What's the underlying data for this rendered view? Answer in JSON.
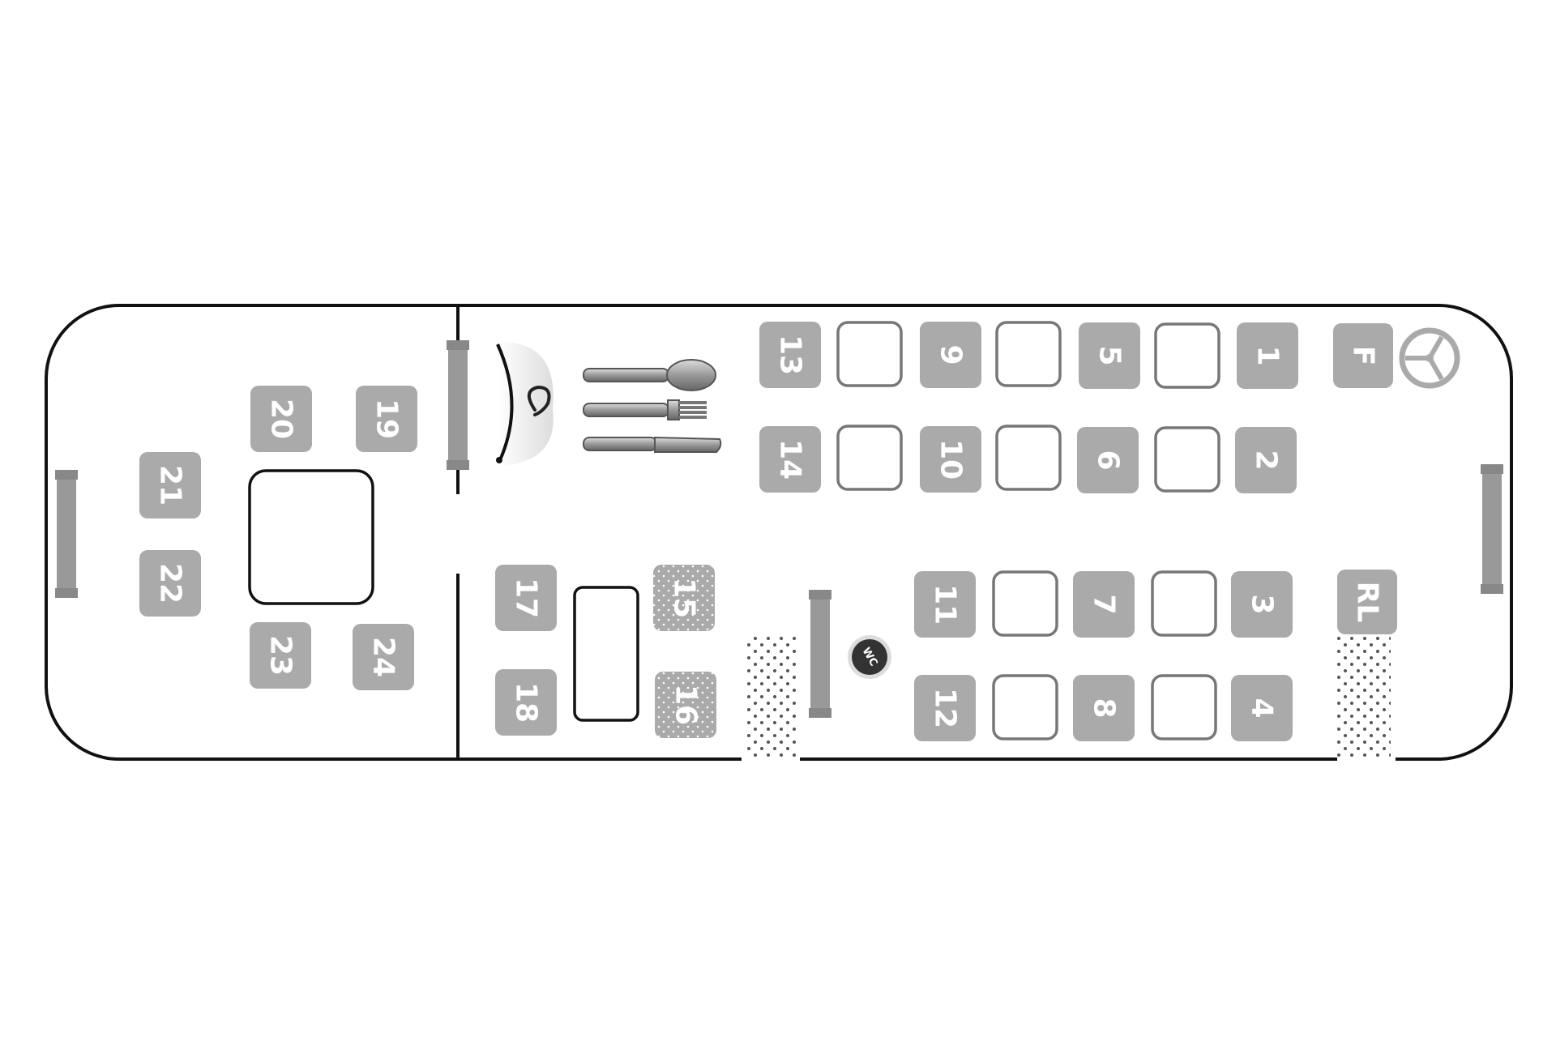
{
  "bus": {
    "seats": [
      {
        "label": "1"
      },
      {
        "label": "2"
      },
      {
        "label": "3"
      },
      {
        "label": "4"
      },
      {
        "label": "5"
      },
      {
        "label": "6"
      },
      {
        "label": "7"
      },
      {
        "label": "8"
      },
      {
        "label": "9"
      },
      {
        "label": "10"
      },
      {
        "label": "11"
      },
      {
        "label": "12"
      },
      {
        "label": "13"
      },
      {
        "label": "14"
      },
      {
        "label": "15"
      },
      {
        "label": "16"
      },
      {
        "label": "17"
      },
      {
        "label": "18"
      },
      {
        "label": "19"
      },
      {
        "label": "20"
      },
      {
        "label": "21"
      },
      {
        "label": "22"
      },
      {
        "label": "23"
      },
      {
        "label": "24"
      }
    ],
    "driver_seat": "F",
    "guide_seat": "RL",
    "wc_label": "WC",
    "icons": {
      "steering": "steering-wheel-icon",
      "hanger": "coat-hanger-icon",
      "cutlery": "cutlery-icon",
      "wc": "wc-icon"
    },
    "colors": {
      "seat": "#aaaaaa",
      "seat_text": "#ffffff",
      "outline": "#111111",
      "table_border": "#777777",
      "door_bar": "#999999",
      "wc_badge": "#333333"
    }
  }
}
